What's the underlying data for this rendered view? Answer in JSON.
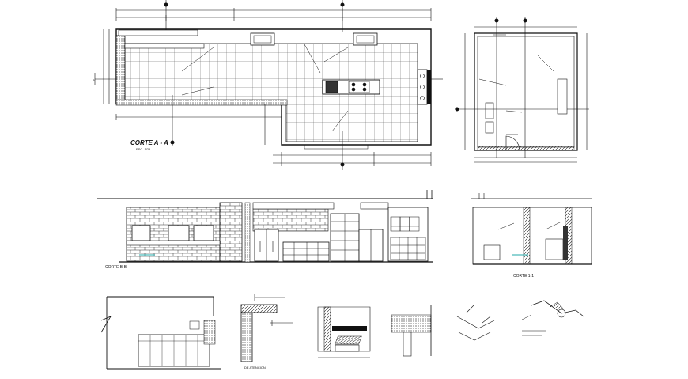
{
  "drawing": {
    "plan_title": "CORTE A - A",
    "plan_scale": "ESC. 1/25",
    "section_bb": "CORTE B-B",
    "section_11": "CORTE 1-1",
    "detail_label": "DE ATENCION"
  },
  "colors": {
    "line": "#111111",
    "accent": "#22aaaa",
    "background": "#ffffff"
  },
  "icons": [
    "sink-icon",
    "stove-icon",
    "door-icon",
    "north-axis-icon"
  ]
}
